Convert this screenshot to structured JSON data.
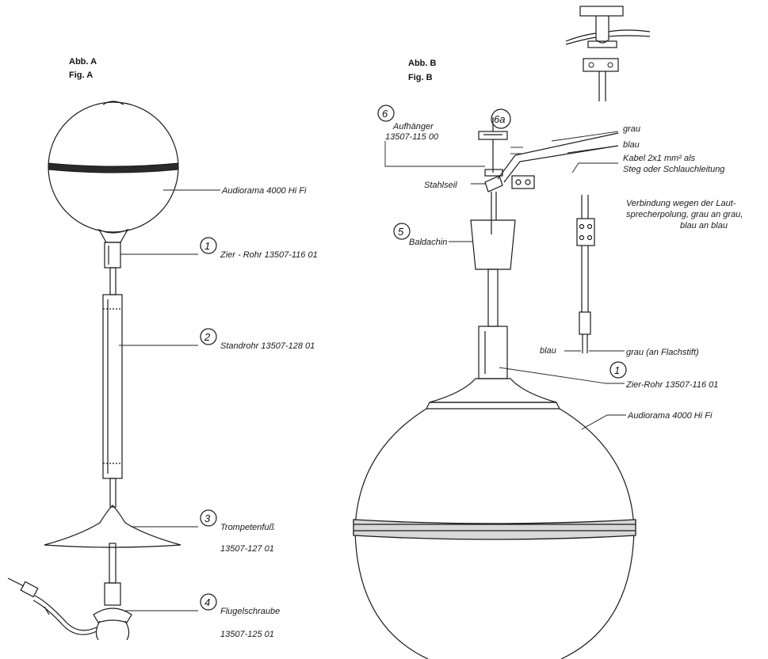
{
  "fig_a": {
    "heading_de": "Abb. A",
    "heading_en": "Fig. A",
    "callouts": [
      {
        "num": "",
        "text": "Audiorama 4000 Hi Fi",
        "sub": ""
      },
      {
        "num": "1",
        "text": "Zier - Rohr 13507-116 01",
        "sub": ""
      },
      {
        "num": "2",
        "text": "Standrohr 13507-128 01",
        "sub": ""
      },
      {
        "num": "3",
        "text": "Trompetenfuß",
        "sub": "13507-127 01"
      },
      {
        "num": "4",
        "text": "Flugelschraube",
        "sub": "13507-125 01"
      }
    ]
  },
  "fig_b": {
    "heading_de": "Abb. B",
    "heading_en": "Fig. B",
    "part6_num": "6",
    "part6_line1": "Aufhänger",
    "part6_line2": "13507-115 00",
    "part6a_num": "6a",
    "steel_cable": "Stahlseil",
    "part5_num": "5",
    "part5_text": "Baldachin",
    "wire_grau": "grau",
    "wire_blau": "blau",
    "cable_line1": "Kabel 2x1 mm² als",
    "cable_line2": "Steg oder Schlauchleitung",
    "note_line1": "Verbindung wegen der Laut-",
    "note_line2": "sprecherpolung, grau an grau,",
    "note_line3": "blau an blau",
    "plug_blau": "blau",
    "plug_grau": "grau (an Flachstift)",
    "part1_num": "1",
    "part1_text": "Zier-Rohr 13507-116 01",
    "sphere_text": "Audiorama 4000 Hi Fi"
  }
}
